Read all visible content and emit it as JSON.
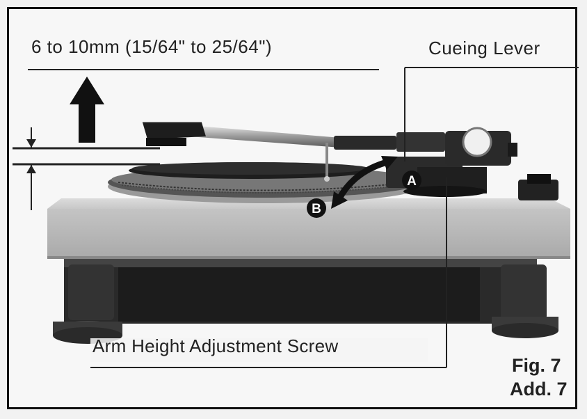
{
  "figure": {
    "measurement_label": "6 to 10mm (15/64\" to 25/64\")",
    "cueing_lever_label": "Cueing Lever",
    "screw_label": "Arm Height Adjustment Screw",
    "fig_number": "Fig. 7",
    "add_number": "Add. 7",
    "marker_a": "A",
    "marker_b": "B"
  }
}
